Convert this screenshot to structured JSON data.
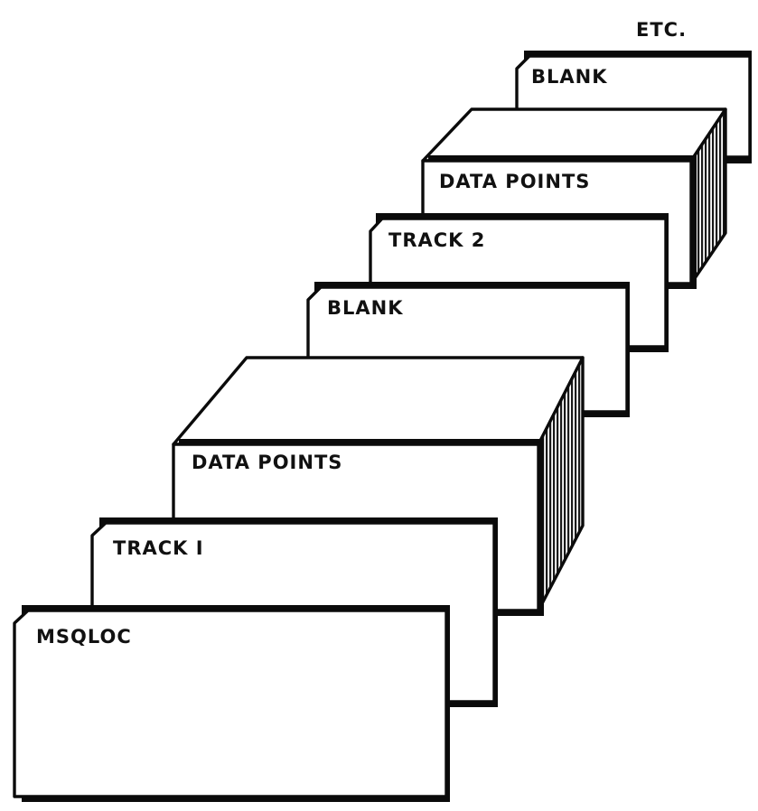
{
  "labels": {
    "etc": "ETC.",
    "blank_top": "BLANK",
    "data_points_2": "DATA POINTS",
    "track_2": "TRACK 2",
    "blank": "BLANK",
    "data_points_1": "DATA POINTS",
    "track_1": "TRACK I",
    "msqloc": "MSQLOC"
  }
}
